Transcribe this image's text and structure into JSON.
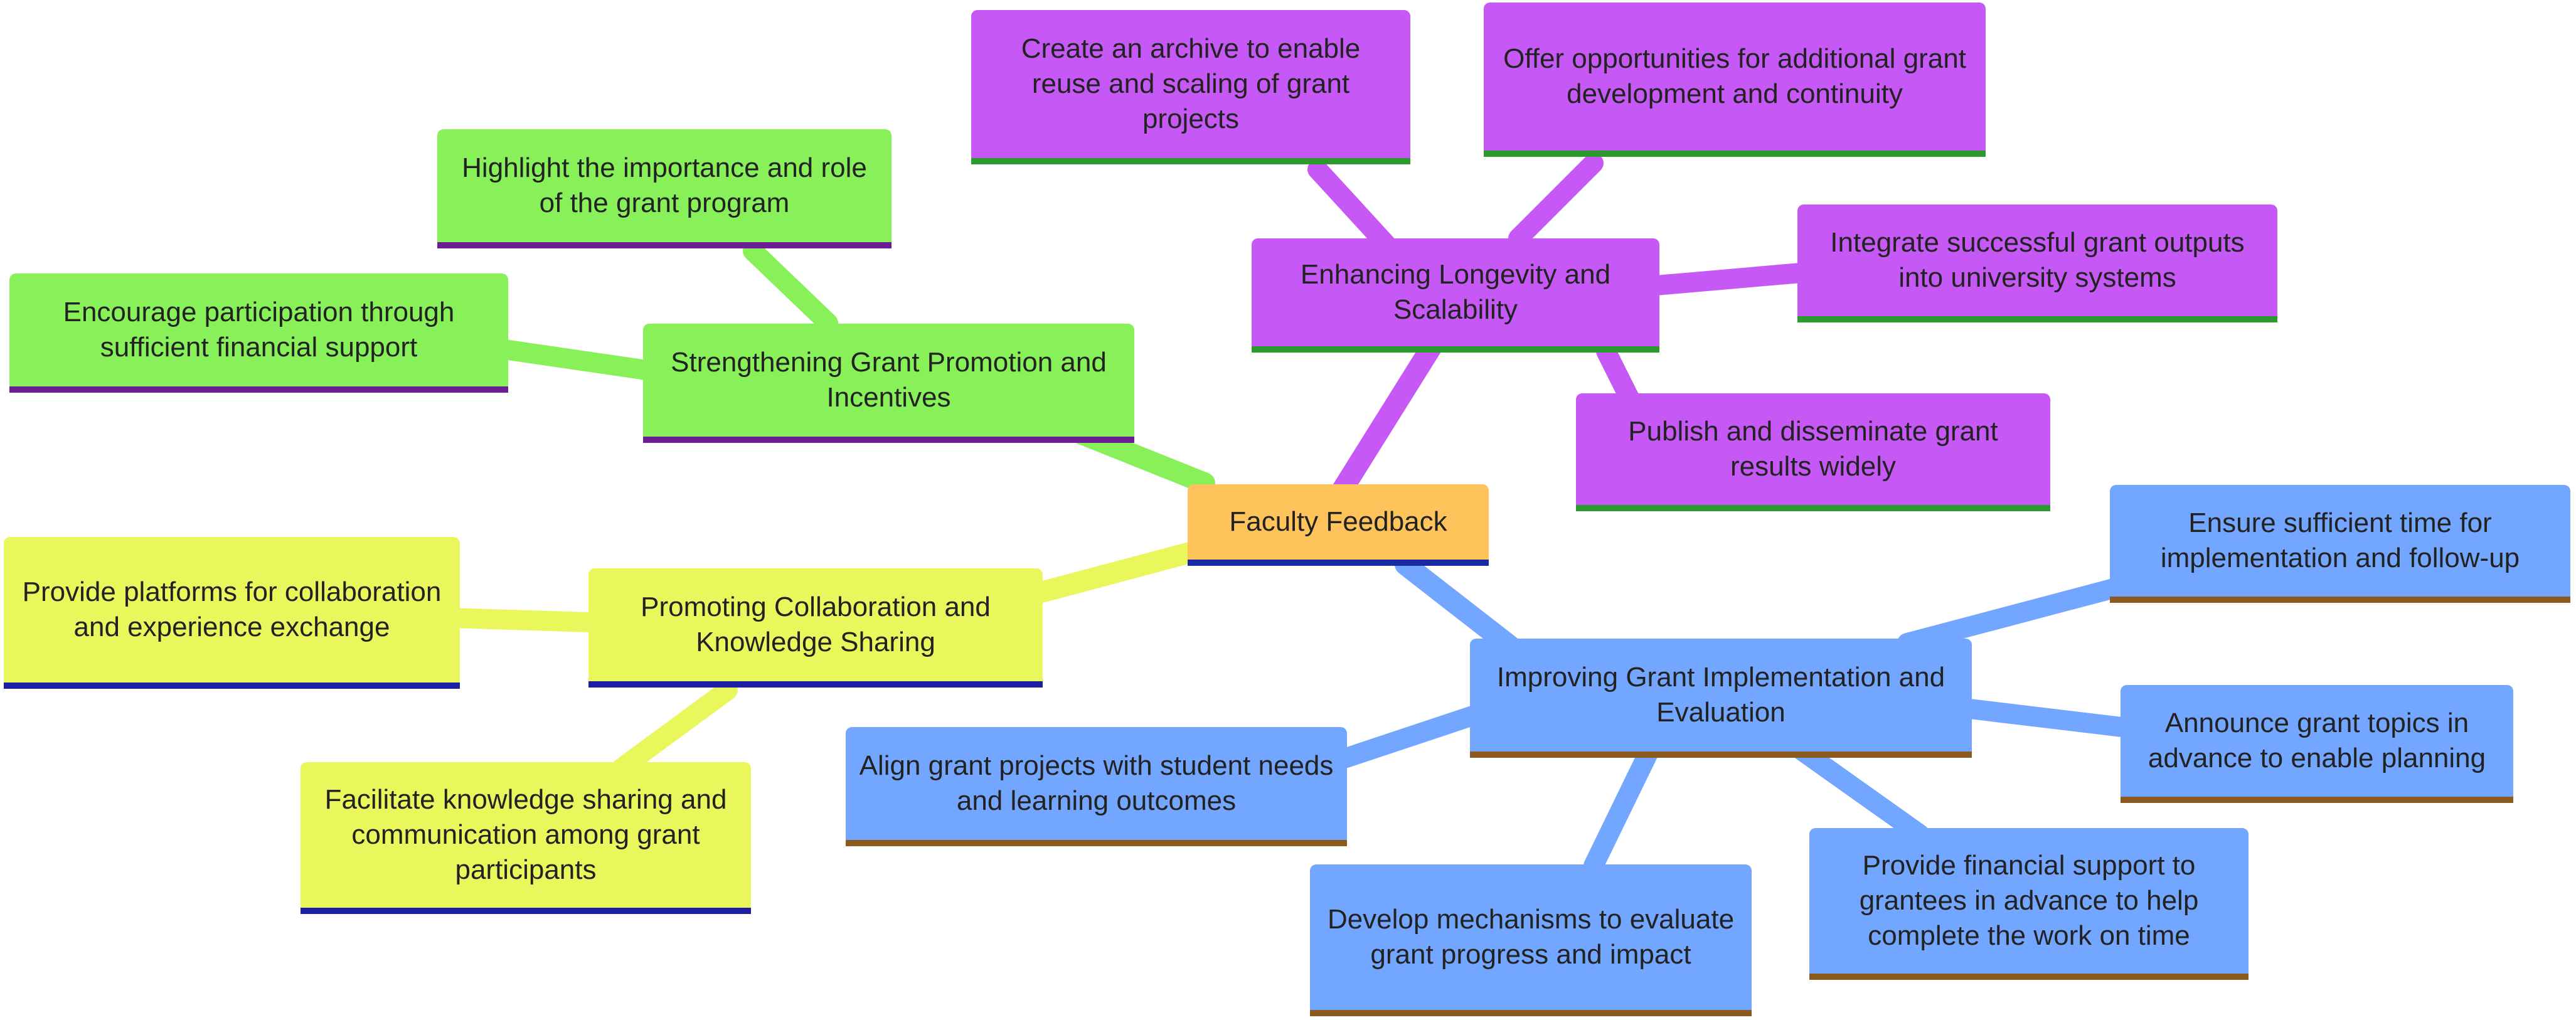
{
  "center": {
    "label": "Faculty Feedback",
    "color": "#ffc35c"
  },
  "branches": [
    {
      "id": "longevity",
      "label": "Enhancing Longevity and Scalability",
      "color": "#c659f5",
      "children": [
        "Create an archive to enable reuse and scaling of grant projects",
        "Offer opportunities for additional grant development and continuity",
        "Integrate successful grant outputs into university systems",
        "Publish and disseminate grant results widely"
      ]
    },
    {
      "id": "promotion",
      "label": "Strengthening Grant Promotion and Incentives",
      "color": "#88f15a",
      "children": [
        "Highlight the importance and role of the grant program",
        "Encourage participation through sufficient financial support"
      ]
    },
    {
      "id": "collaboration",
      "label": "Promoting Collaboration and Knowledge Sharing",
      "color": "#e9f75c",
      "children": [
        "Provide platforms for collaboration and experience exchange",
        "Facilitate knowledge sharing and communication among grant participants"
      ]
    },
    {
      "id": "implementation",
      "label": "Improving Grant Implementation and Evaluation",
      "color": "#73a6ff",
      "children": [
        "Ensure sufficient time for implementation and follow-up",
        "Announce grant topics in advance to enable planning",
        "Provide financial support to grantees in advance to help complete the work on time",
        "Develop mechanisms to evaluate grant progress and impact",
        "Align grant projects with student needs and learning outcomes"
      ]
    }
  ]
}
